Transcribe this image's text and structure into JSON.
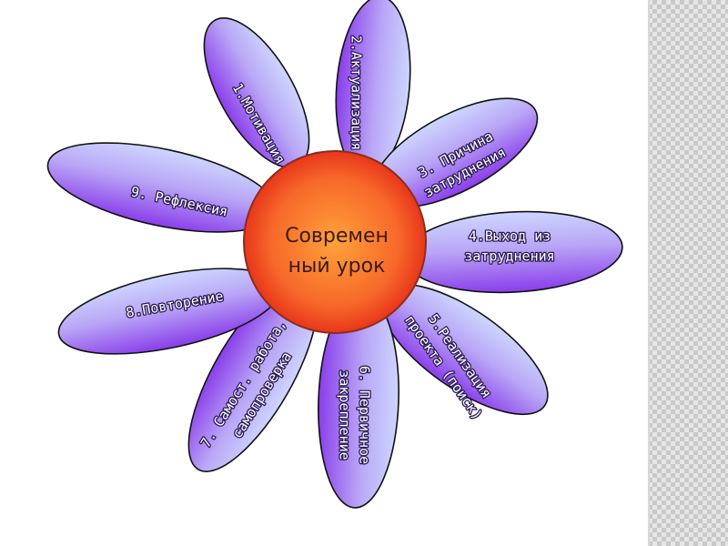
{
  "center": {
    "line1": "Современ",
    "line2": "ный урок"
  },
  "petals": [
    {
      "lines": [
        "1.Мотивация"
      ]
    },
    {
      "lines": [
        "2.Актуализация"
      ]
    },
    {
      "lines": [
        "3. Причина",
        "затруднения"
      ]
    },
    {
      "lines": [
        "4.Выход из",
        "затруднения"
      ]
    },
    {
      "lines": [
        "5.Реализация",
        "проекта (поиск)"
      ]
    },
    {
      "lines": [
        "6. Первичное",
        "закрепление"
      ]
    },
    {
      "lines": [
        "7. Самост. работа,",
        "самопроверка"
      ]
    },
    {
      "lines": [
        "8.Повторение"
      ]
    },
    {
      "lines": [
        "9. Рефлексия"
      ]
    }
  ],
  "colors": {
    "petal_light": "#cdd6ff",
    "petal_mid": "#b9a6f6",
    "petal_deep": "#8a3dea",
    "petal_outline": "#111111",
    "center_inner": "#ffa23a",
    "center_outer": "#e8361a",
    "center_ring": "#8a2d1d"
  }
}
